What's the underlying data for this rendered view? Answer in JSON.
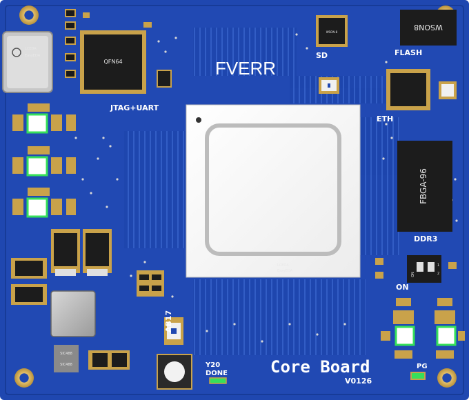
{
  "board": {
    "brand_text": "FVERR",
    "title": "Core Board",
    "version": "V0126",
    "colors": {
      "pcb": "#1f47b0",
      "pcb_dark": "#163a96",
      "trace": "#3a66cf",
      "silk": "#ffffff",
      "gold": "#c9a24a",
      "chip_black": "#1c1c1c",
      "led_green": "#36e05a"
    }
  },
  "labels": {
    "jtag_uart": "JTAG+UART",
    "sd": "SD",
    "flash": "FLASH",
    "eth": "ETH",
    "ddr3": "DDR3",
    "on": "ON",
    "ab17": "AB17",
    "y20": "Y20",
    "done": "DONE",
    "pg": "PG"
  },
  "chips": {
    "qfn64": "QFN64",
    "wson8": "WSON8",
    "fbga96": "FBGA-96",
    "sd_chip": "WSON-8",
    "sic": "SIC488",
    "sic2": "SIC488",
    "fpga_logo": "LCEDA",
    "fpga_logo2": "EasyEDA",
    "usb_logo": "LCEDA",
    "usb_logo2": "EasyEDA",
    "dip_on": "ON",
    "dip_1": "1",
    "dip_2": "2"
  }
}
